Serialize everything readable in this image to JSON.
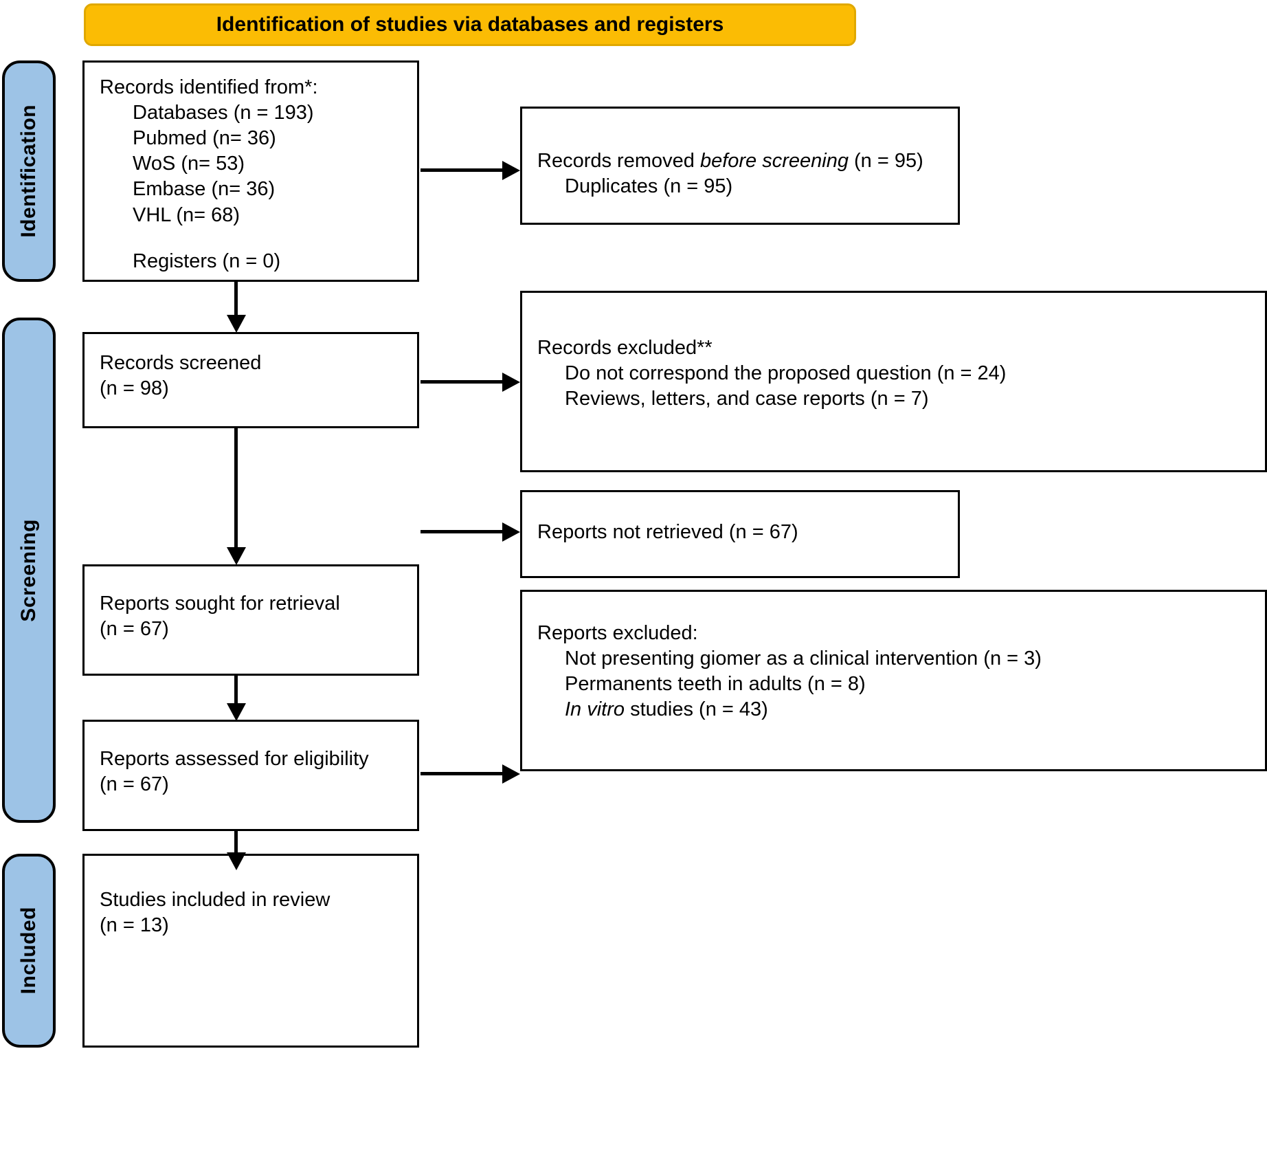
{
  "banner": {
    "title": "Identification of studies via databases and registers"
  },
  "phases": [
    {
      "id": "identification",
      "label": "Identification"
    },
    {
      "id": "screening",
      "label": "Screening"
    },
    {
      "id": "included",
      "label": "Included"
    }
  ],
  "boxes": {
    "records_identified": {
      "heading": "Records identified from*:",
      "lines": [
        "Databases (n = 193)",
        "Pubmed (n= 36)",
        "WoS (n= 53)",
        "Embase (n= 36)",
        "VHL (n= 68)"
      ],
      "registers": "Registers (n = 0)"
    },
    "records_removed": {
      "heading_pre": "Records removed ",
      "heading_em": "before screening",
      "heading_post": " (n = 95)",
      "lines": [
        "Duplicates (n = 95)"
      ]
    },
    "records_screened": {
      "title": "Records screened",
      "count": "(n = 98)"
    },
    "records_excluded": {
      "heading": "Records excluded**",
      "lines": [
        "Do not correspond the proposed question (n = 24)",
        "Reviews, letters, and case reports (n = 7)"
      ]
    },
    "reports_sought": {
      "title": "Reports sought for retrieval",
      "count": "(n = 67)"
    },
    "reports_not_retrieved": {
      "title": "Reports not retrieved (n = 67)"
    },
    "reports_assessed": {
      "title": "Reports assessed for eligibility",
      "count": "(n = 67)"
    },
    "reports_excluded": {
      "heading": "Reports excluded:",
      "lines": [
        "Not presenting giomer as a clinical intervention (n = 3)",
        "Permanents teeth in adults (n = 8)"
      ],
      "italic_line_em": "In vitro",
      "italic_line_rest": " studies (n = 43)"
    },
    "studies_included": {
      "title": "Studies included in review",
      "count": "(n = 13)"
    }
  },
  "colors": {
    "phase_fill": "#9DC3E6",
    "banner_fill": "#FBBC04",
    "box_border": "#000000",
    "box_fill": "#FFFFFF"
  }
}
